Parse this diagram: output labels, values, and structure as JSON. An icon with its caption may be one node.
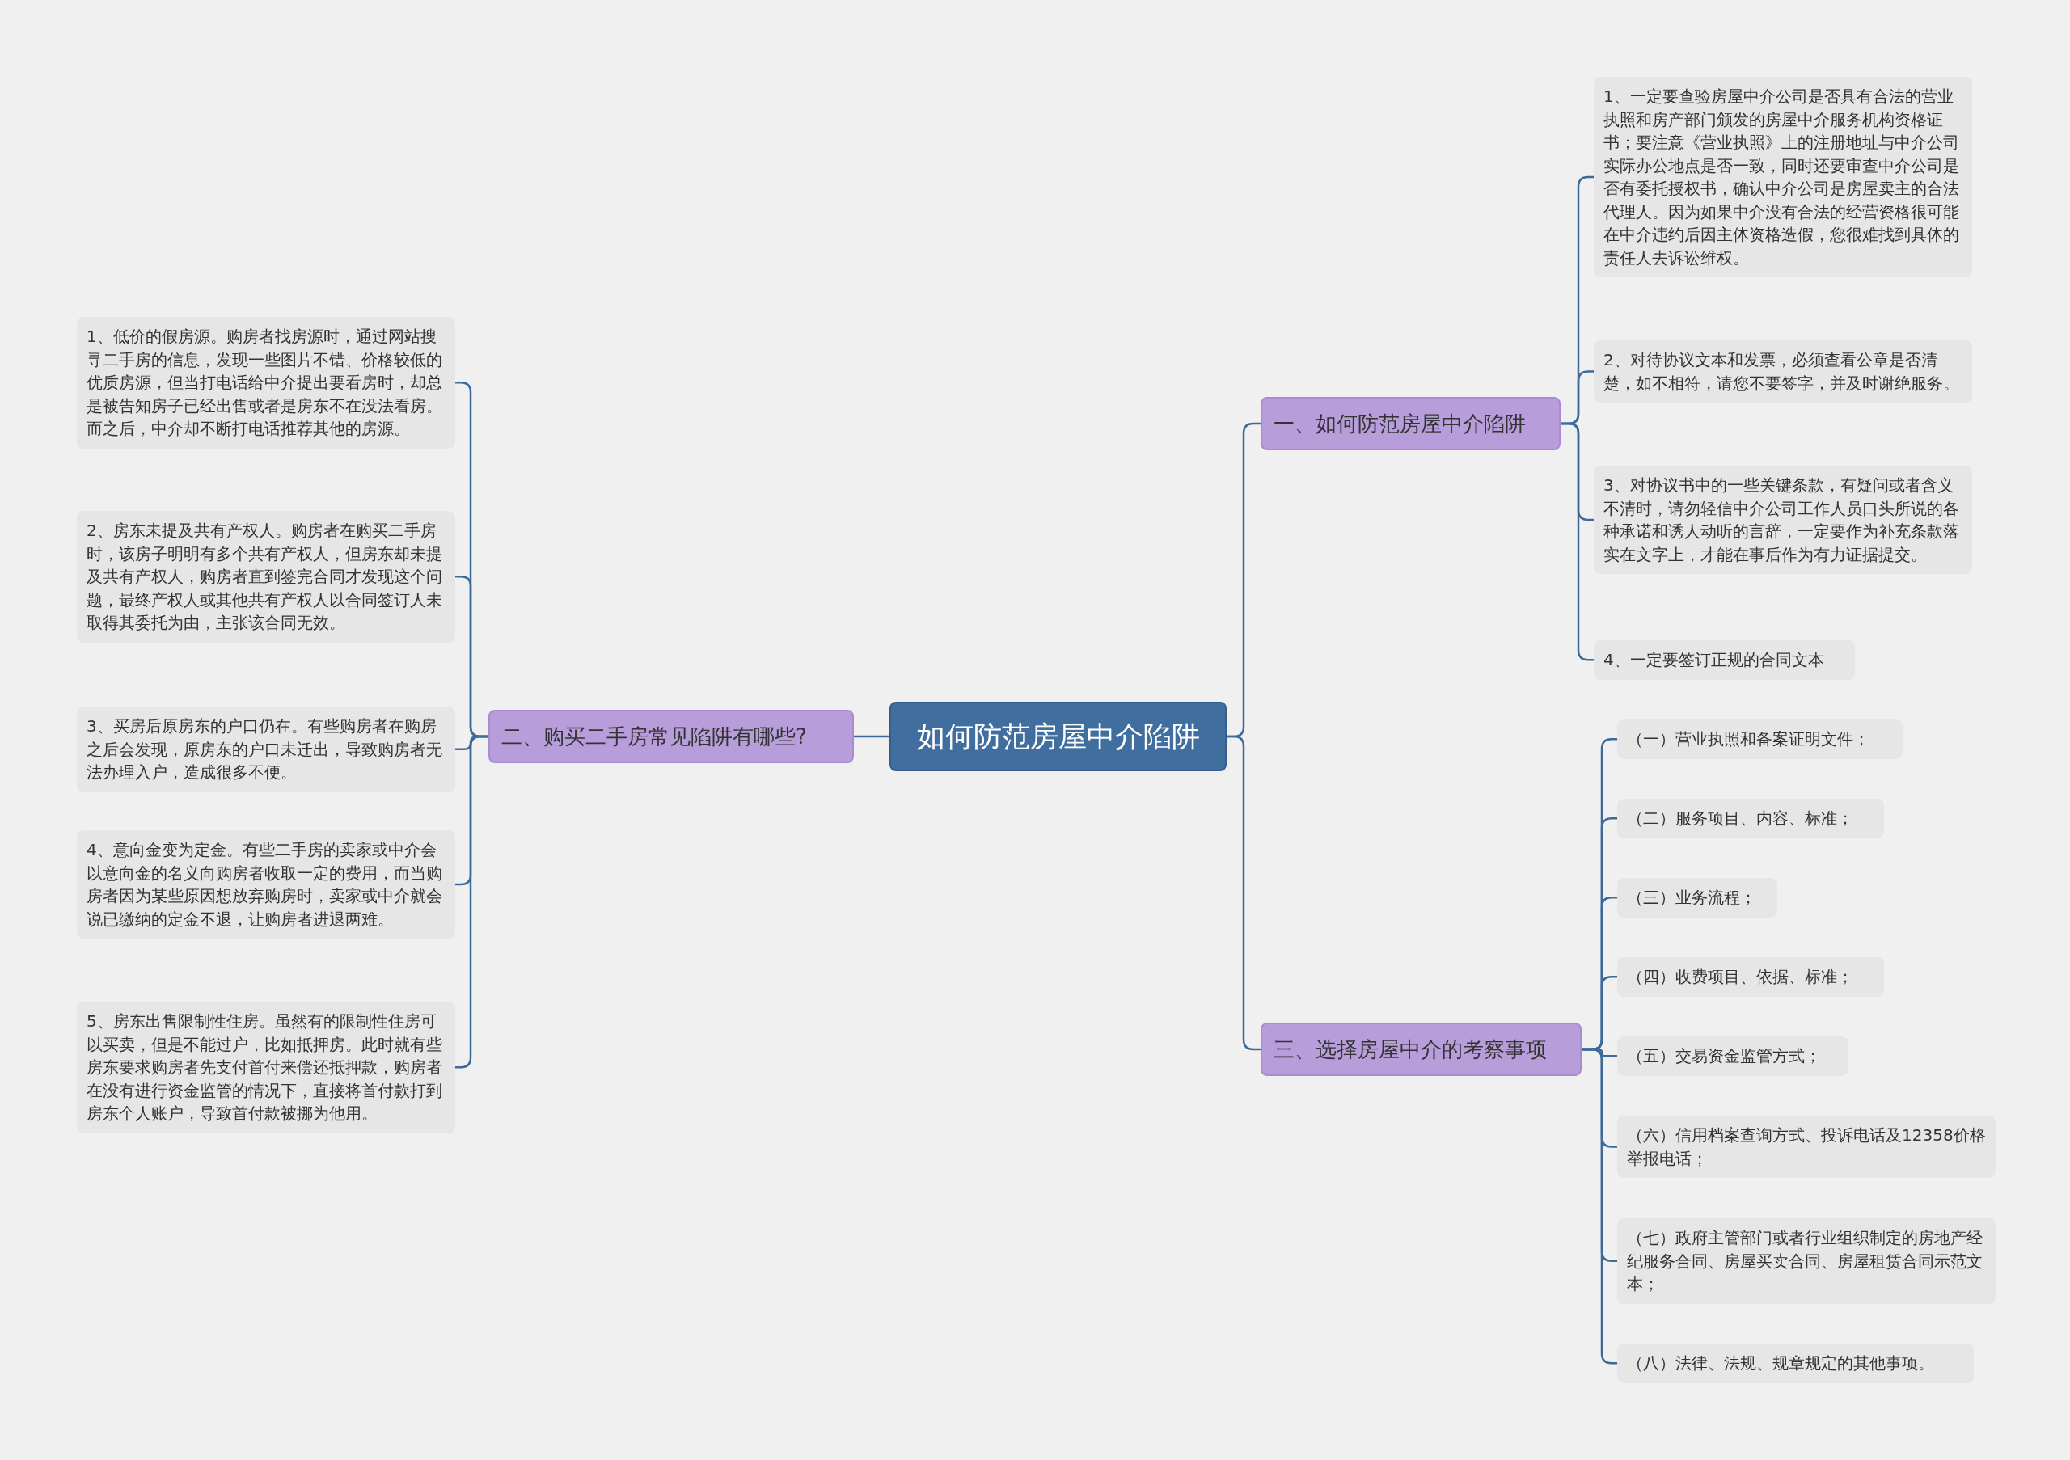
{
  "diagram": {
    "nodes": [
      {
        "text": [
          "如何防范房屋中介陷阱"
        ]
      },
      {
        "text": [
          "一、如何防范房屋中介陷阱"
        ]
      },
      {
        "text": [
          "1、一定要查验房屋中介公司是否具有合法的营业执照和房产部门颁发的房屋中介服务机构资格证书；要注意《营业执照》上的注册地址与中介公司实际办公地点是否一致，同时还要审查中介公司是否有委托授权书，确认中介公司是房屋卖主的合法代理人。因为如果中介没有合法的经营资格很可能在中介违约后因主体资格造假，您很难找到具体的责任人去诉讼维权。"
        ]
      },
      {
        "text": [
          "2、对待协议文本和发票，必须查看公章是否清楚，如不相符，请您不要签字，并及时谢绝服务。"
        ]
      },
      {
        "text": [
          "3、对协议书中的一些关键条款，有疑问或者含义不清时，请勿轻信中介公司工作人员口头所说的各种承诺和诱人动听的言辞，一定要作为补充条款落实在文字上，才能在事后作为有力证据提交。"
        ]
      },
      {
        "text": [
          "4、一定要签订正规的合同文本"
        ]
      },
      {
        "text": [
          "三、选择房屋中介的考察事项"
        ]
      },
      {
        "text": [
          "（一）营业执照和备案证明文件；"
        ]
      },
      {
        "text": [
          "（二）服务项目、内容、标准；"
        ]
      },
      {
        "text": [
          "（三）业务流程；"
        ]
      },
      {
        "text": [
          "（四）收费项目、依据、标准；"
        ]
      },
      {
        "text": [
          "（五）交易资金监管方式；"
        ]
      },
      {
        "text": [
          "（六）信用档案查询方式、投诉电话及12358价格举报电话；"
        ]
      },
      {
        "text": [
          "（七）政府主管部门或者行业组织制定的房地产经纪服务合同、房屋买卖合同、房屋租赁合同示范文本；"
        ]
      },
      {
        "text": [
          "（八）法律、法规、规章规定的其他事项。"
        ]
      },
      {
        "text": [
          "二、购买二手房常见陷阱有哪些?"
        ]
      },
      {
        "text": [
          "1、低价的假房源。购房者找房源时，通过网站搜寻二手房的信息，发现一些图片不错、价格较低的优质房源，但当打电话给中介提出要看房时，却总是被告知房子已经出售或者是房东不在没法看房。而之后，中介却不断打电话推荐其他的房源。"
        ]
      },
      {
        "text": [
          "2、房东未提及共有产权人。购房者在购买二手房时，该房子明明有多个共有产权人，但房东却未提及共有产权人，购房者直到签完合同才发现这个问题，最终产权人或其他共有产权人以合同签订人未取得其委托为由，主张该合同无效。"
        ]
      },
      {
        "text": [
          "3、买房后原房东的户口仍在。有些购房者在购房之后会发现，原房东的户口未迁出，导致购房者无法办理入户，造成很多不便。"
        ]
      },
      {
        "text": [
          "4、意向金变为定金。有些二手房的卖家或中介会以意向金的名义向购房者收取一定的费用，而当购房者因为某些原因想放弃购房时，卖家或中介就会说已缴纳的定金不退，让购房者进退两难。"
        ]
      },
      {
        "text": [
          "5、房东出售限制性住房。虽然有的限制性住房可以买卖，但是不能过户，比如抵押房。此时就有些房东要求购房者先支付首付来偿还抵押款，购房者在没有进行资金监管的情况下，直接将首付款打到房东个人账户，导致首付款被挪为他用。"
        ]
      }
    ],
    "edges": [
      {
        "from": 0,
        "to": 1,
        "arrow": "none"
      },
      {
        "from": 0,
        "to": 6,
        "arrow": "none"
      },
      {
        "from": 0,
        "to": 15,
        "arrow": "none"
      },
      {
        "from": 1,
        "to": 2,
        "arrow": "none"
      },
      {
        "from": 1,
        "to": 3,
        "arrow": "none"
      },
      {
        "from": 1,
        "to": 4,
        "arrow": "none"
      },
      {
        "from": 1,
        "to": 5,
        "arrow": "none"
      },
      {
        "from": 6,
        "to": 7,
        "arrow": "none"
      },
      {
        "from": 6,
        "to": 8,
        "arrow": "none"
      },
      {
        "from": 6,
        "to": 9,
        "arrow": "none"
      },
      {
        "from": 6,
        "to": 10,
        "arrow": "none"
      },
      {
        "from": 6,
        "to": 11,
        "arrow": "none"
      },
      {
        "from": 6,
        "to": 12,
        "arrow": "none"
      },
      {
        "from": 6,
        "to": 13,
        "arrow": "none"
      },
      {
        "from": 6,
        "to": 14,
        "arrow": "none"
      },
      {
        "from": 15,
        "to": 16,
        "arrow": "none"
      },
      {
        "from": 15,
        "to": 17,
        "arrow": "none"
      },
      {
        "from": 15,
        "to": 18,
        "arrow": "none"
      },
      {
        "from": 15,
        "to": 19,
        "arrow": "none"
      },
      {
        "from": 15,
        "to": 20,
        "arrow": "none"
      }
    ]
  }
}
